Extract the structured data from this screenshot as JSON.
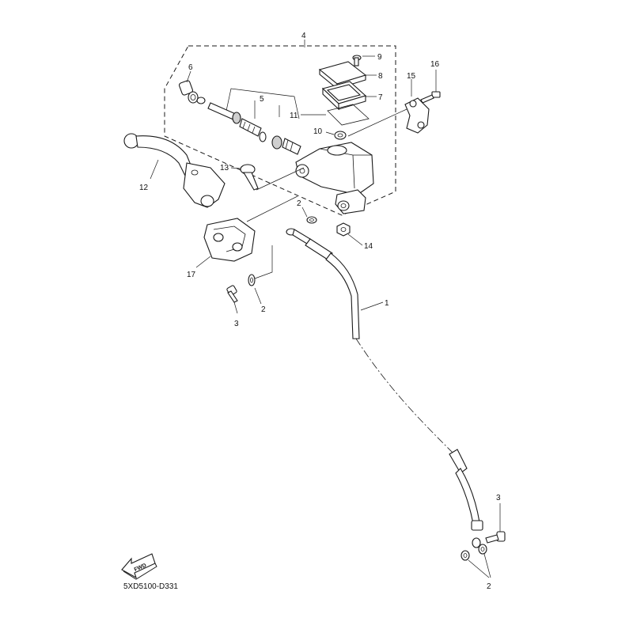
{
  "callouts": [
    "1",
    "2",
    "2",
    "2",
    "3",
    "3",
    "4",
    "5",
    "6",
    "7",
    "8",
    "9",
    "10",
    "11",
    "12",
    "13",
    "14",
    "15",
    "16",
    "17"
  ],
  "diagram_code": "5XD5100-D331",
  "fwd_label": "FWD"
}
